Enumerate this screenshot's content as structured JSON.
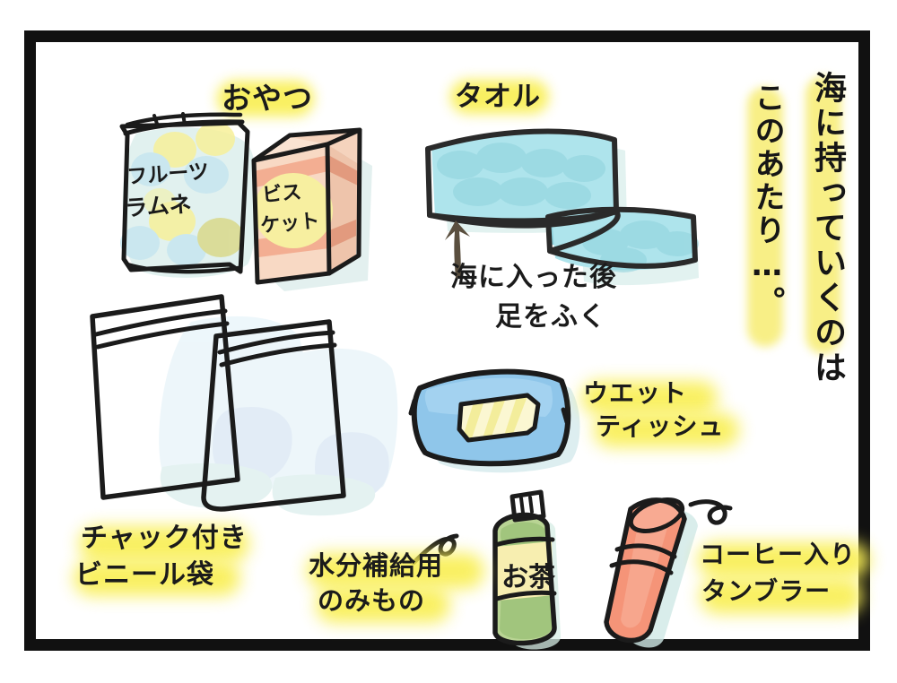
{
  "page": {
    "title": "海に持っていくのは このあたり…。",
    "background_color": "#ffffff",
    "frame_color": "#111111",
    "ink_color": "#1b1b1b",
    "highlight_color": "#f9ef55"
  },
  "headline": {
    "line1": "海に持っていくのは",
    "line2": "このあたり…。",
    "orientation": "vertical-rtl",
    "highlight_color": "#f8ef86"
  },
  "items": [
    {
      "id": "snacks",
      "label": "おやつ",
      "label_highlight": "#f9ef55",
      "sub_items": [
        {
          "id": "fruit-ramune",
          "package_text_line1": "フルーツ",
          "package_text_line2": "ラムネ",
          "colors": {
            "bag": "#ffffff",
            "candy_yellow": "#f7f09a",
            "candy_blue": "#c6e6ef",
            "candy_olive": "#d9d98b",
            "outline": "#1b1b1b",
            "shadow": "#d7ecea"
          }
        },
        {
          "id": "biscuit-box",
          "package_text_line1": "ビス",
          "package_text_line2": "ケット",
          "colors": {
            "box": "#f8d9c4",
            "stripe": "#f2a98d",
            "label": "#f7efa0",
            "outline": "#1b1b1b",
            "shadow": "#dceceb"
          }
        }
      ]
    },
    {
      "id": "towel",
      "label": "タオル",
      "label_highlight": "#f7ee3f",
      "note": "海に入った後\n足をふく",
      "note_line1": "海に入った後",
      "note_line2": "足をふく",
      "arrow": {
        "direction": "up",
        "color": "#5a4f3f"
      },
      "colors": {
        "cloth": "#aee4ec",
        "cloth_dark": "#8fd2dd",
        "outline": "#2a2a2a",
        "shadow": "#cfe9e6"
      }
    },
    {
      "id": "zipper-bags",
      "label_line1": "チャック付き",
      "label_line2": "ビニール袋",
      "label_highlight": "#f7ee3f",
      "count": 2,
      "colors": {
        "bag": "#ffffff",
        "tint": "#dff0f7",
        "tint_deep": "#ccdef0",
        "shadow": "#d6ece6",
        "outline": "#1b1b1b"
      }
    },
    {
      "id": "wet-tissue",
      "label_line1": "ウエット",
      "label_line2": "ティッシュ",
      "label_highlight": "#f7ee3f",
      "colors": {
        "pack": "#8fc6ea",
        "pack_light": "#aed8f2",
        "flap": "#fbf7d2",
        "flap_stripe": "#f5ef9f",
        "outline": "#1b1b1b",
        "shadow": "#cfe7ea"
      }
    },
    {
      "id": "tea-bottle",
      "label_line1": "水分補給用",
      "label_line2": "のみもの",
      "label_highlight": "#f7ee3f",
      "bottle_label_text": "お茶",
      "pointer": "curl-mark",
      "colors": {
        "bottle": "#b9d494",
        "bottle_dark": "#9ec37a",
        "label": "#f7eeb0",
        "outline": "#1b1b1b",
        "shadow": "#d5ece4"
      }
    },
    {
      "id": "coffee-tumbler",
      "label_line1": "コーヒー入り",
      "label_line2": "タンブラー",
      "label_highlight": "#f7ee3f",
      "pointer": "curl-mark",
      "colors": {
        "body": "#f59478",
        "body_light": "#f8aa92",
        "outline": "#1b1b1b",
        "shadow": "#cfe9e6"
      }
    }
  ]
}
